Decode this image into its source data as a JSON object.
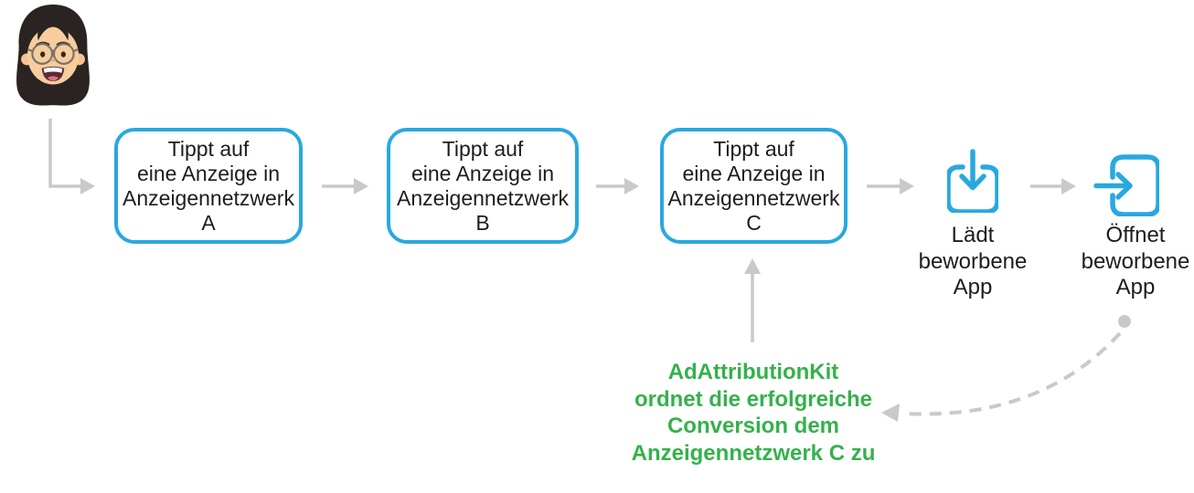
{
  "colors": {
    "blue": "#29A8E0",
    "green": "#35B14C",
    "arrow": "#C9C9C9",
    "ink": "#1D1D1F",
    "bg": "#FFFFFF"
  },
  "icons": {
    "avatar": "user-memoji",
    "download": "download-app-icon",
    "open": "open-app-icon"
  },
  "steps": [
    {
      "lines": [
        "Tippt auf",
        "eine Anzeige in",
        "Anzeigennetzwerk",
        "A"
      ]
    },
    {
      "lines": [
        "Tippt auf",
        "eine Anzeige in",
        "Anzeigennetzwerk",
        "B"
      ]
    },
    {
      "lines": [
        "Tippt auf",
        "eine Anzeige in",
        "Anzeigennetzwerk",
        "C"
      ]
    }
  ],
  "download_label": {
    "lines": [
      "Lädt",
      "beworbene",
      "App"
    ]
  },
  "open_label": {
    "lines": [
      "Öffnet",
      "beworbene",
      "App"
    ]
  },
  "attribution_note": {
    "lines": [
      "AdAttributionKit",
      "ordnet die erfolgreiche",
      "Conversion dem",
      "Anzeigennetzwerk C zu"
    ]
  }
}
